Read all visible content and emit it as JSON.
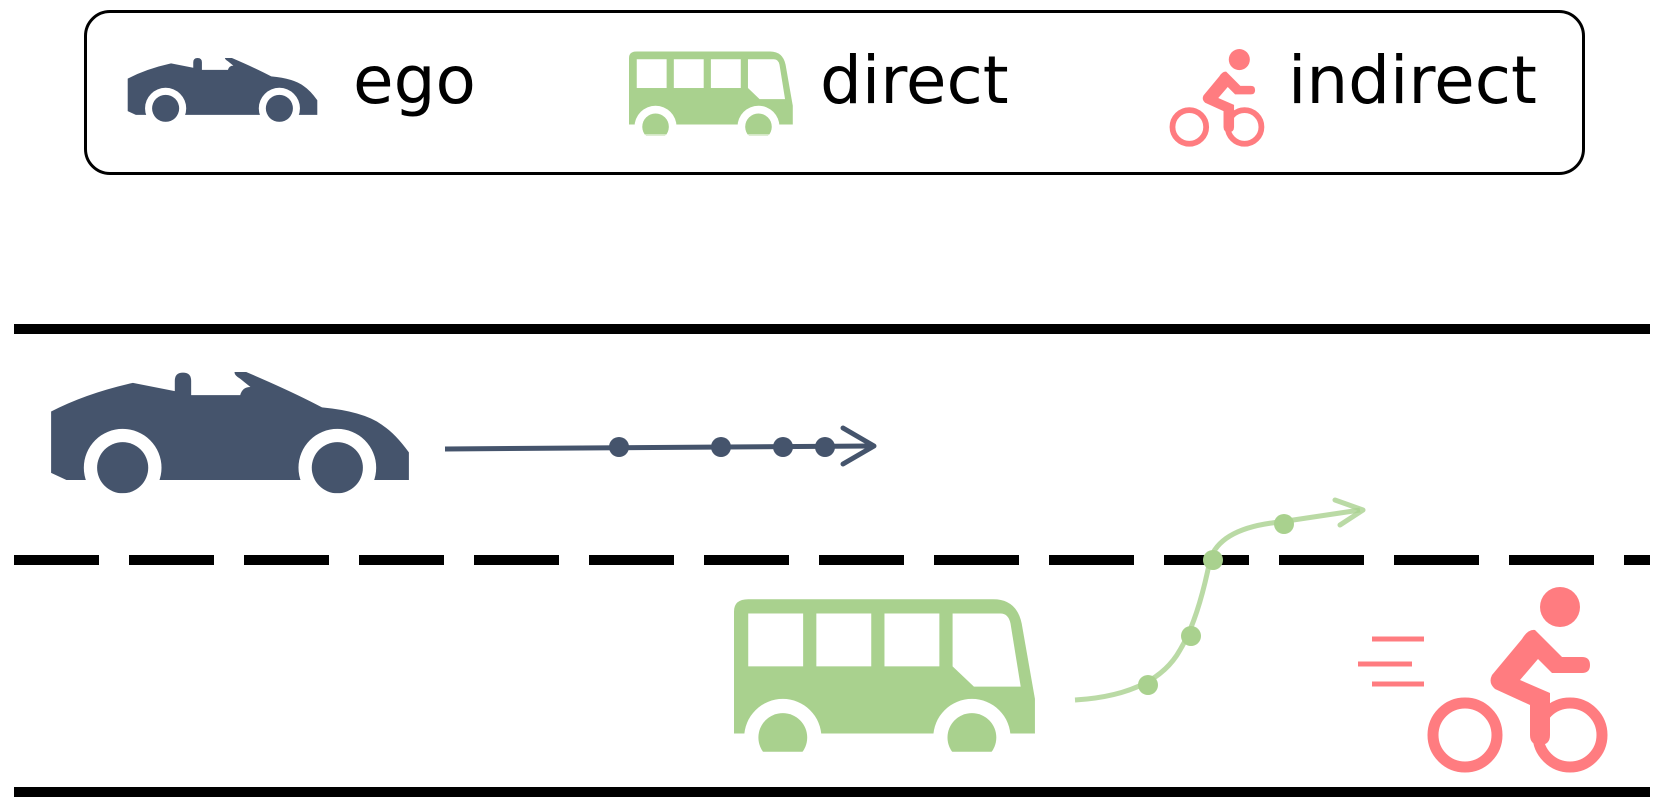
{
  "legend": {
    "items": [
      {
        "label": "ego",
        "icon": "car-icon",
        "color": "#45546c"
      },
      {
        "label": "direct",
        "icon": "bus-icon",
        "color": "#a9d18e"
      },
      {
        "label": "indirect",
        "icon": "cyclist-icon",
        "color": "#ff7c80"
      }
    ]
  },
  "colors": {
    "road_lines": "#000000",
    "ego": "#45546c",
    "direct": "#a9d18e",
    "indirect": "#ff7c80"
  }
}
